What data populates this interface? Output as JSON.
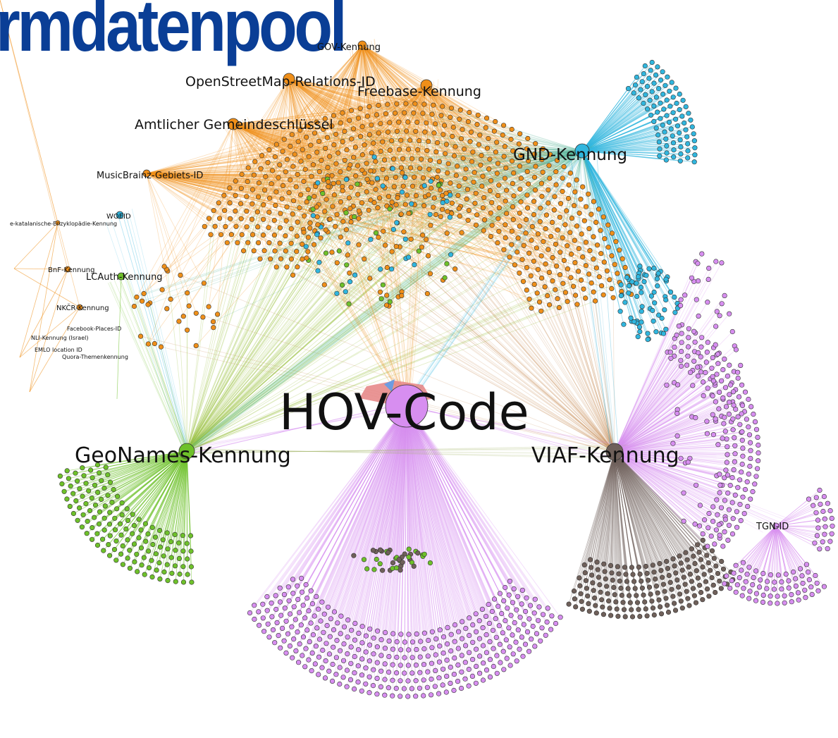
{
  "banner": "rmdatenpool",
  "colors": {
    "orange": "#ef8f19",
    "green": "#6ec12a",
    "cyan": "#30b6de",
    "violet": "#d78ef0",
    "brown": "#6f605a",
    "pink": "#e58383",
    "blue": "#6d9ce0"
  },
  "hubs": {
    "hov": "HOV-Code",
    "geonames": "GeoNames-Kennung",
    "viaf": "VIAF-Kennung",
    "gnd": "GND-Kennung",
    "gov": "GOV-Kennung",
    "osm": "OpenStreetMap-Relations-ID",
    "freebase": "Freebase-Kennung",
    "ags": "Amtlicher Gemeindeschlüssel",
    "musicbrainz": "MusicBrainz-Gebiets-ID",
    "woeid": "WOEID",
    "ekat": "e-katalanische-Enzyklopädie-Kennung",
    "bnf": "BnF-Kennung",
    "lcauth": "LCAuth-Kennung",
    "nkcr": "NKČR-Kennung",
    "facebook": "Facebook-Places-ID",
    "nli": "NLI-Kennung (Israel)",
    "emlo": "EMLO location ID",
    "quora": "Quora-Themenkennung",
    "tgn": "TGN-ID"
  }
}
